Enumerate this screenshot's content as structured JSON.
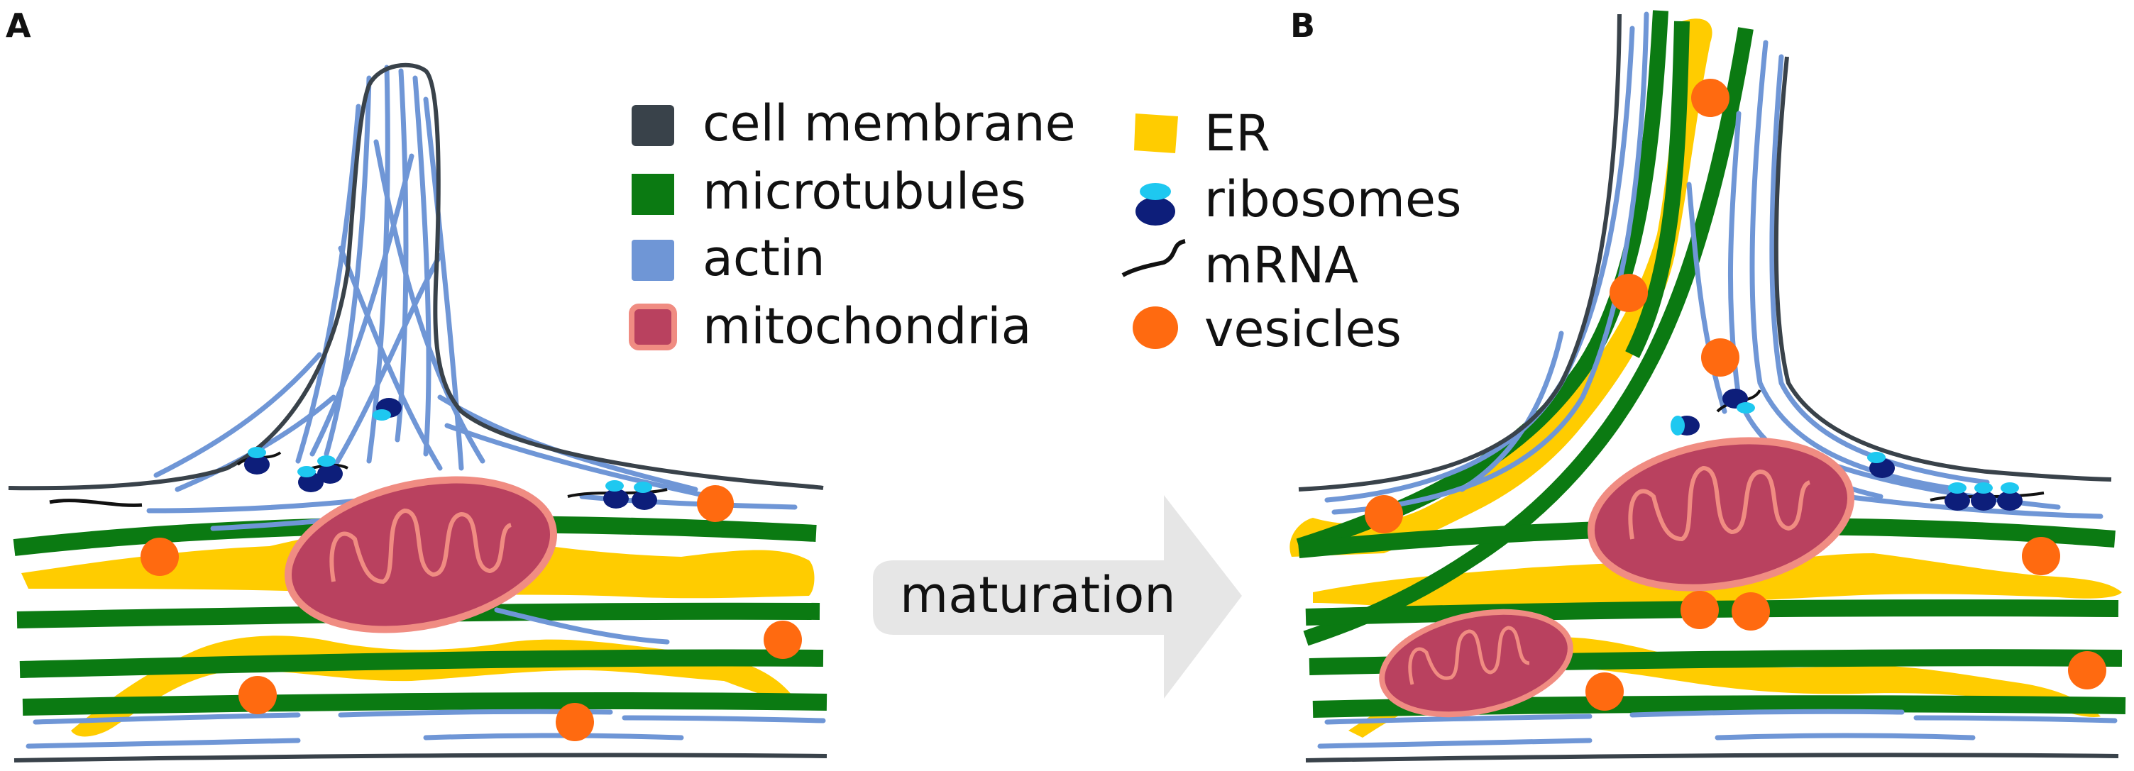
{
  "panels": {
    "a": "A",
    "b": "B"
  },
  "legend": {
    "cell_membrane": "cell membrane",
    "microtubules": "microtubules",
    "actin": "actin",
    "mitochondria": "mitochondria",
    "er": "ER",
    "ribosomes": "ribosomes",
    "mrna": "mRNA",
    "vesicles": "vesicles"
  },
  "arrow_label": "maturation",
  "colors": {
    "membrane": "#39424a",
    "microtubules": "#0b7a12",
    "actin": "#6f96d6",
    "mitochondria_fill": "#b9415f",
    "mitochondria_edge": "#f08c82",
    "er": "#ffcc00",
    "ribosome_large": "#0d1e7a",
    "ribosome_small": "#1ec8f0",
    "vesicles": "#ff6a10",
    "arrow": "#e6e6e6"
  }
}
